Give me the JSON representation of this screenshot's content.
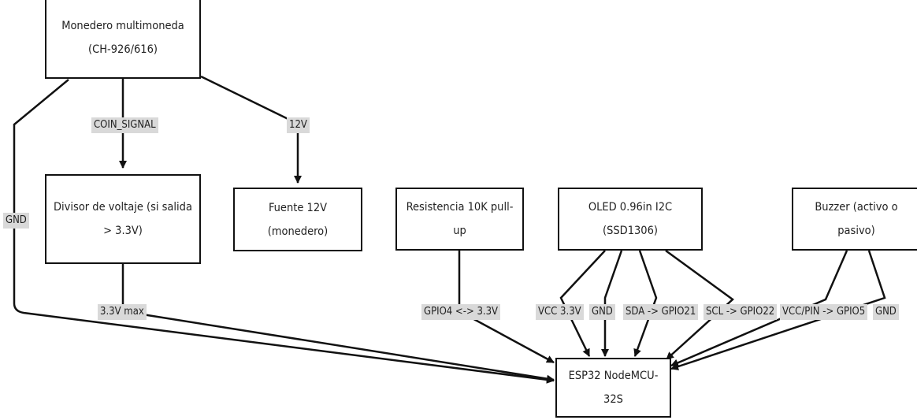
{
  "nodes": {
    "coin_acceptor": "Monedero multimoneda (CH-926/616)",
    "divider": "Divisor de voltaje (si salida > 3.3V)",
    "psu": "Fuente 12V (monedero)",
    "pullup": "Resistencia 10K pull-up",
    "oled": "OLED 0.96in I2C (SSD1306)",
    "buzzer": "Buzzer (activo o pasivo)",
    "esp32": "ESP32 NodeMCU-32S"
  },
  "edge_labels": {
    "coin_signal": "COIN_SIGNAL",
    "v12": "12V",
    "gnd_coin": "GND",
    "v33max": "3.3V max",
    "gpio4": "GPIO4 <-> 3.3V",
    "oled_vcc": "VCC 3.3V",
    "oled_gnd": "GND",
    "oled_sda": "SDA -> GPIO21",
    "oled_scl": "SCL -> GPIO22",
    "buzzer_vcc": "VCC/PIN -> GPIO5",
    "buzzer_gnd": "GND"
  },
  "colors": {
    "line": "#111111",
    "label_bg": "#d9d9d9",
    "text": "#222222"
  }
}
